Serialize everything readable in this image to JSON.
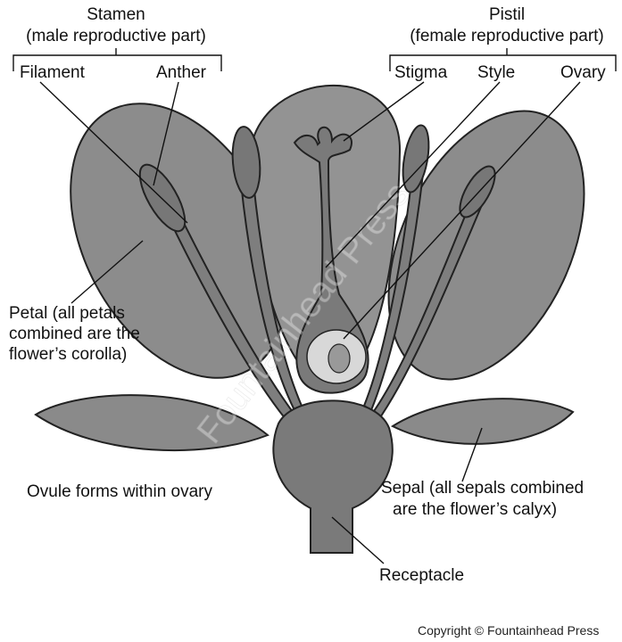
{
  "title_stamen": "Stamen",
  "title_stamen_sub": "(male reproductive part)",
  "title_pistil": "Pistil",
  "title_pistil_sub": "(female reproductive part)",
  "labels": {
    "filament": "Filament",
    "anther": "Anther",
    "stigma": "Stigma",
    "style": "Style",
    "ovary": "Ovary",
    "petal_1": "Petal (all petals",
    "petal_2": "combined are the",
    "petal_3": "flower’s corolla)",
    "ovule": "Ovule forms within ovary",
    "sepal_1": "Sepal (all sepals combined",
    "sepal_2": "are the flower’s calyx)",
    "receptacle": "Receptacle"
  },
  "watermark": "Fountainhead Press",
  "copyright": "Copyright © Fountainhead Press",
  "colors": {
    "petal": "#8a8a8a",
    "part": "#7a7a7a",
    "ring": "#d8d8d8"
  }
}
